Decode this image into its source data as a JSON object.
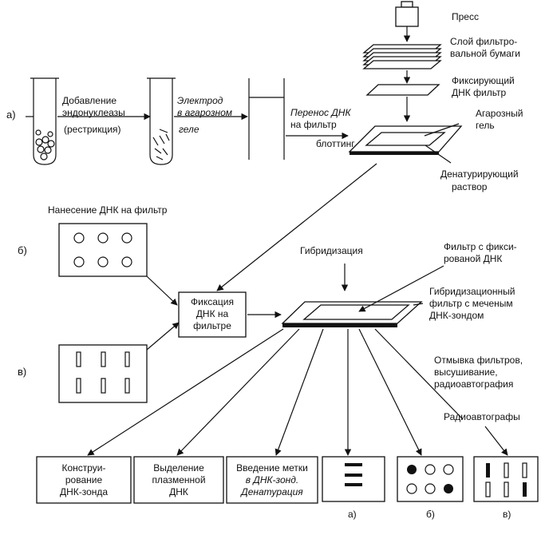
{
  "press": "Пресс",
  "filter_paper": [
    "Слой фильтро-",
    "вальной бумаги"
  ],
  "fixing_filter": [
    "Фиксирующий",
    "ДНК фильтр"
  ],
  "agarose_gel": [
    "Агарозный",
    "гель"
  ],
  "denaturing": [
    "Денатурирующий",
    "раствор"
  ],
  "label_a": "а)",
  "label_b": "б)",
  "label_v": "в)",
  "step_endonuclease": [
    "Добавление",
    "эндонуклеазы",
    "(рестрикция)"
  ],
  "step_electrode": [
    "Электрод",
    "в агарозном",
    "геле"
  ],
  "step_transfer": [
    "Перенос ДНК",
    "на фильтр",
    "блоттинг"
  ],
  "apply_dna": "Нанесение ДНК на фильтр",
  "fixation": [
    "Фиксация",
    "ДНК на",
    "фильтре"
  ],
  "hybridization": "Гибридизация",
  "filter_fixed": [
    "Фильтр с фикси-",
    "рованой ДНК"
  ],
  "hyb_filter": [
    "Гибридизационный",
    "фильтр с меченым",
    "ДНК-зондом"
  ],
  "washing": [
    "Отмывка фильтров,",
    "высушивание,",
    "радиоавтография"
  ],
  "autoradiographs": "Радиоавтографы",
  "box_probe": [
    "Конструи-",
    "рование",
    "ДНК-зонда"
  ],
  "box_plasmid": [
    "Выделение",
    "плазменной",
    "ДНК"
  ],
  "box_label": [
    "Введение метки",
    "в ДНК-зонд.",
    "Денатурация"
  ],
  "res_a": "а)",
  "res_b": "б)",
  "res_v": "в)"
}
